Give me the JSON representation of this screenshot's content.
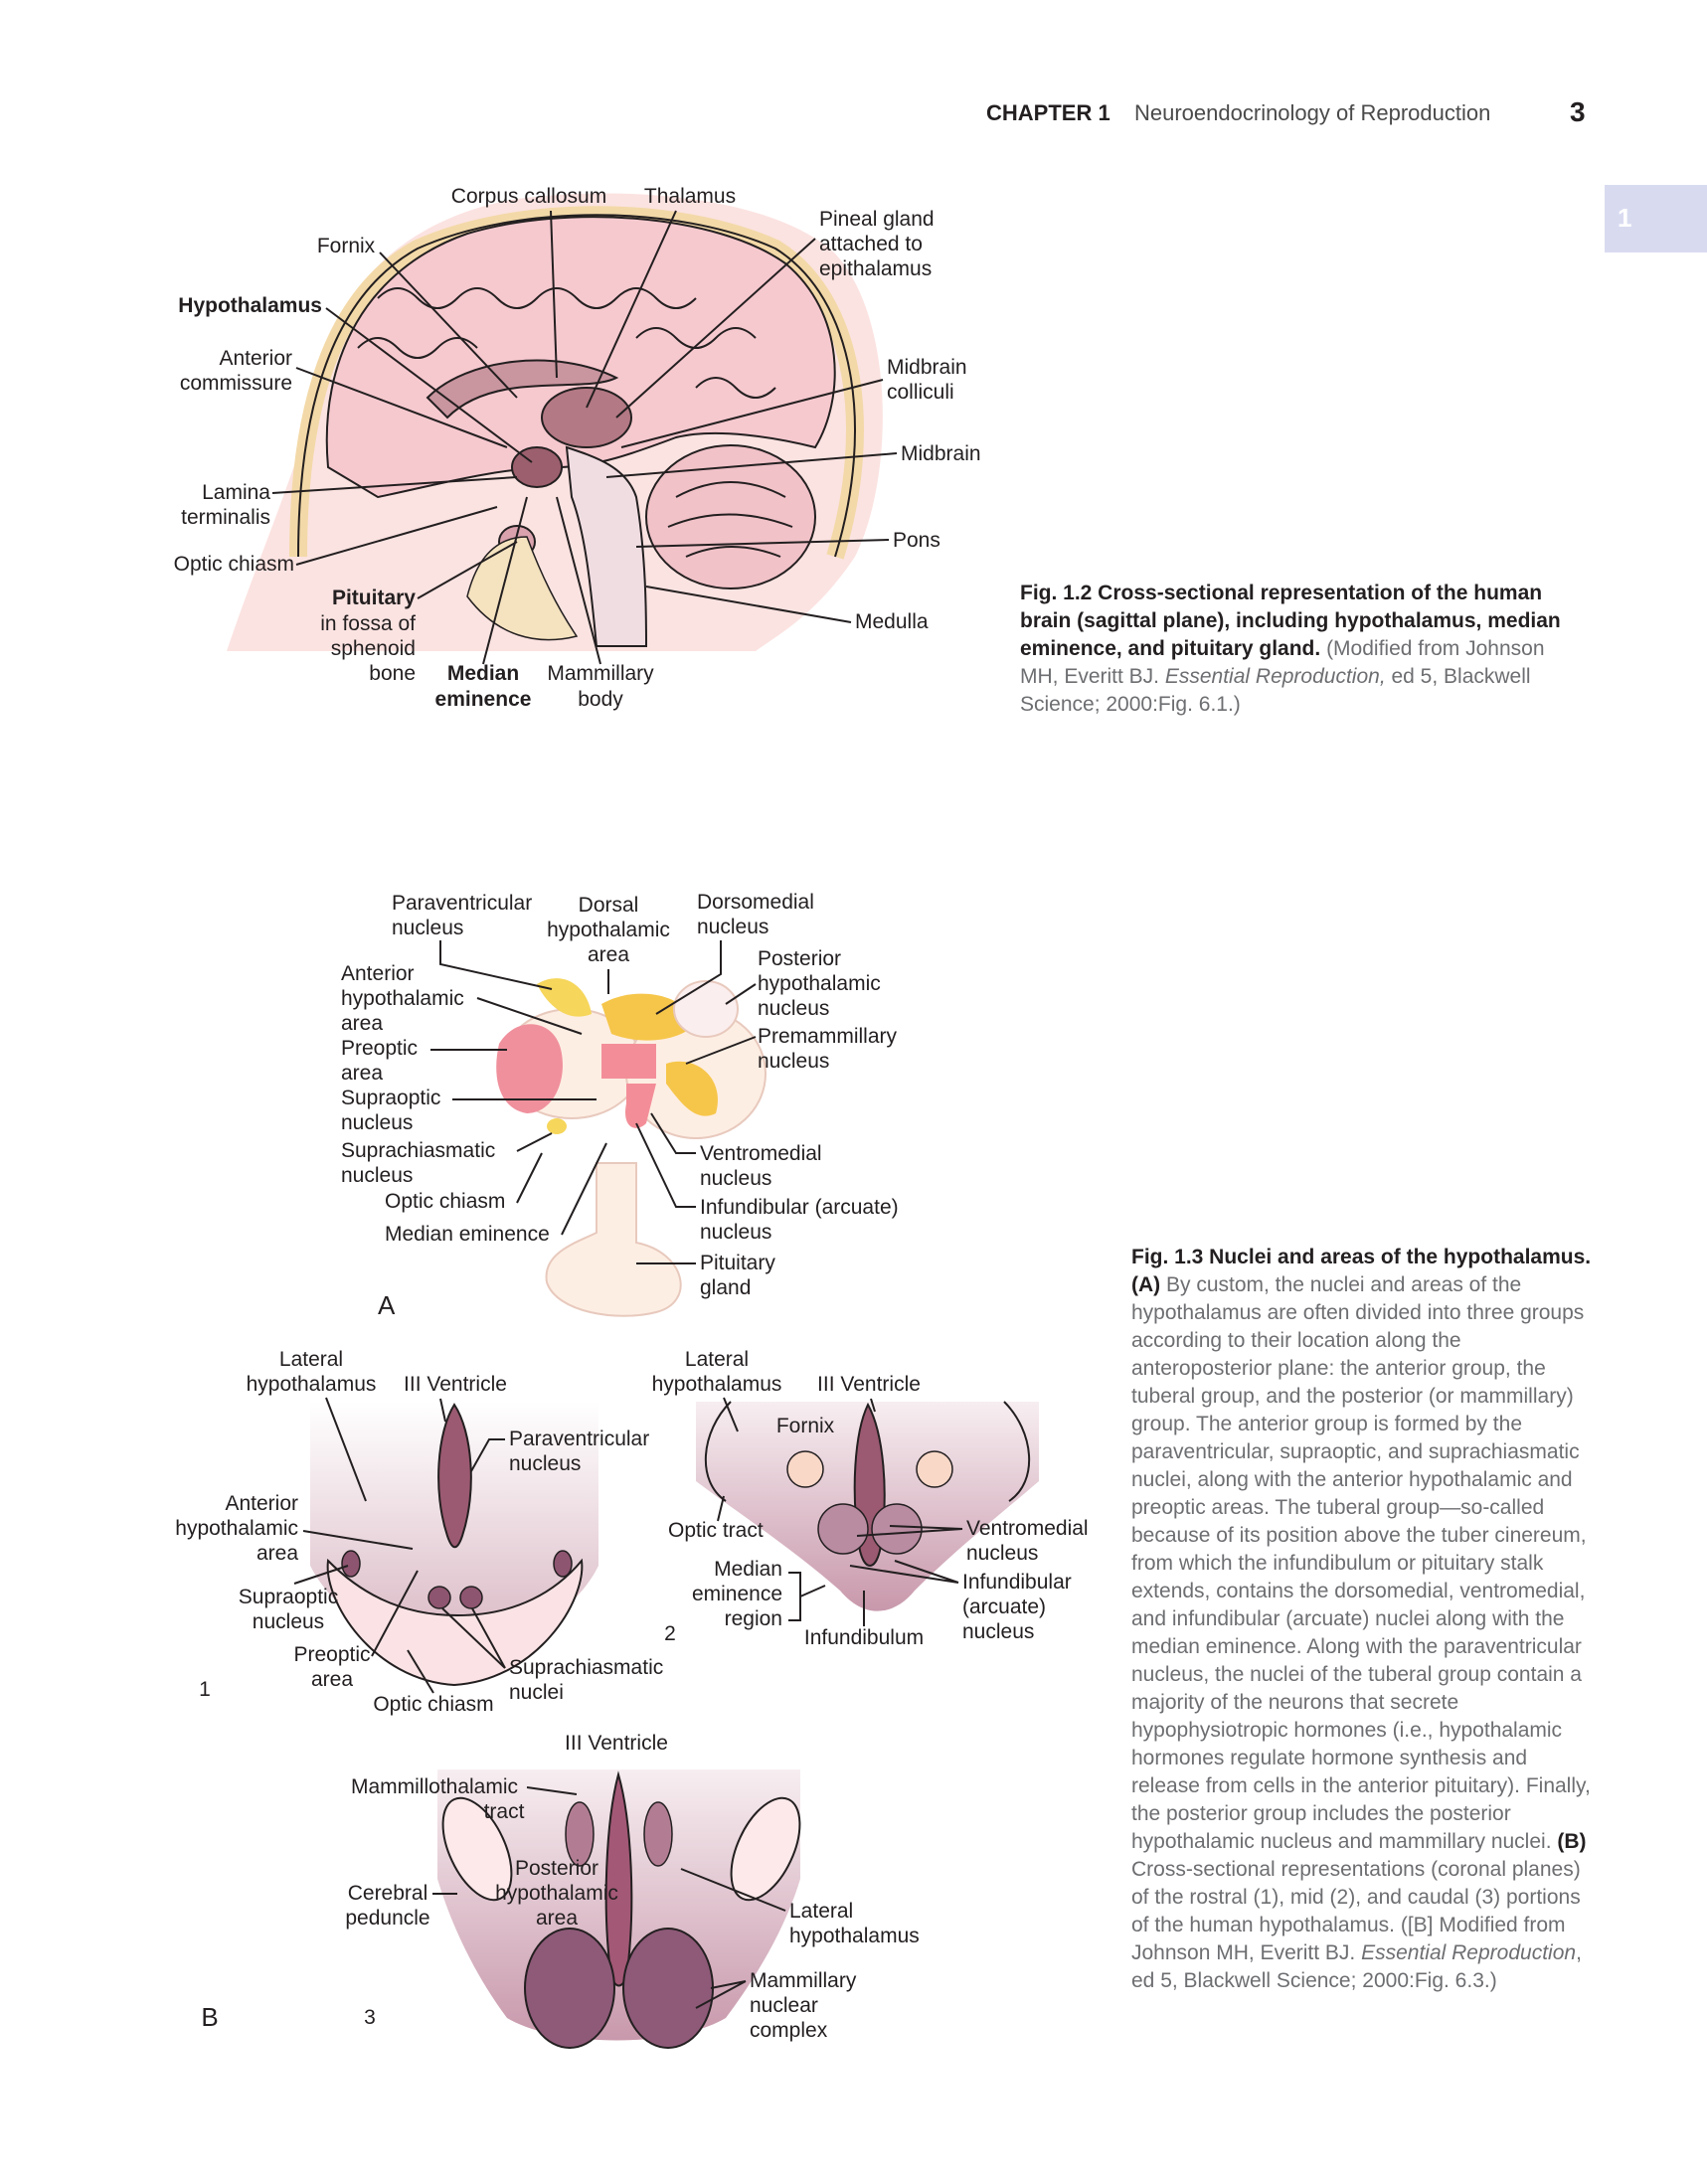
{
  "header": {
    "chapter": "CHAPTER 1",
    "title": "Neuroendocrinology of Reproduction",
    "page_number": "3",
    "tab_label": "1"
  },
  "fig12": {
    "labels": {
      "corpus_callosum": "Corpus callosum",
      "thalamus": "Thalamus",
      "fornix": "Fornix",
      "hypothalamus": "Hypothalamus",
      "anterior": "Anterior",
      "commissure": "commissure",
      "lamina": "Lamina",
      "terminalis": "terminalis",
      "optic_chiasm": "Optic chiasm",
      "pituitary": "Pituitary",
      "in_fossa_of": "in fossa of",
      "sphenoid": "sphenoid",
      "bone": "bone",
      "median": "Median",
      "eminence": "eminence",
      "mammillary": "Mammillary",
      "body": "body",
      "pineal_1": "Pineal gland",
      "pineal_2": "attached to",
      "pineal_3": "epithalamus",
      "midbrain_colliculi_1": "Midbrain",
      "midbrain_colliculi_2": "colliculi",
      "midbrain": "Midbrain",
      "pons": "Pons",
      "medulla": "Medulla"
    },
    "caption_bold": "Fig. 1.2 Cross-sectional representation of the human brain (sagittal plane), including hypothalamus, median eminence, and pituitary gland.",
    "caption_plain": " (Modified from Johnson MH, Everitt BJ. ",
    "caption_italic": "Essential Reproduction,",
    "caption_end": " ed 5, Blackwell Science; 2000:Fig. 6.1.)"
  },
  "fig13a": {
    "labels": {
      "paraventricular_1": "Paraventricular",
      "paraventricular_2": "nucleus",
      "dorsal_1": "Dorsal",
      "dorsal_2": "hypothalamic",
      "dorsal_3": "area",
      "dorsomedial_1": "Dorsomedial",
      "dorsomedial_2": "nucleus",
      "anterior_1": "Anterior",
      "anterior_2": "hypothalamic",
      "anterior_3": "area",
      "posterior_1": "Posterior",
      "posterior_2": "hypothalamic",
      "posterior_3": "nucleus",
      "preoptic_1": "Preoptic",
      "preoptic_2": "area",
      "premammillary_1": "Premammillary",
      "premammillary_2": "nucleus",
      "supraoptic_1": "Supraoptic",
      "supraoptic_2": "nucleus",
      "suprachiasmatic_1": "Suprachiasmatic",
      "suprachiasmatic_2": "nucleus",
      "ventromedial_1": "Ventromedial",
      "ventromedial_2": "nucleus",
      "optic_chiasm": "Optic chiasm",
      "infundibular_1": "Infundibular (arcuate)",
      "infundibular_2": "nucleus",
      "median_eminence": "Median eminence",
      "pituitary_1": "Pituitary",
      "pituitary_2": "gland",
      "panel": "A"
    }
  },
  "fig13b": {
    "panel": "B",
    "p1": {
      "num": "1",
      "lat_1": "Lateral",
      "lat_2": "hypothalamus",
      "ventricle": "III Ventricle",
      "para_1": "Paraventricular",
      "para_2": "nucleus",
      "ant_1": "Anterior",
      "ant_2": "hypothalamic",
      "ant_3": "area",
      "supra_1": "Supraoptic",
      "supra_2": "nucleus",
      "pre_1": "Preoptic",
      "pre_2": "area",
      "chiasm": "Optic chiasm",
      "scn_1": "Suprachiasmatic",
      "scn_2": "nuclei"
    },
    "p2": {
      "num": "2",
      "lat_1": "Lateral",
      "lat_2": "hypothalamus",
      "ventricle": "III Ventricle",
      "fornix": "Fornix",
      "optic_tract": "Optic tract",
      "me_1": "Median",
      "me_2": "eminence",
      "me_3": "region",
      "infundibulum": "Infundibulum",
      "vm_1": "Ventromedial",
      "vm_2": "nucleus",
      "inf_1": "Infundibular",
      "inf_2": "(arcuate)",
      "inf_3": "nucleus"
    },
    "p3": {
      "num": "3",
      "ventricle": "III Ventricle",
      "mt_1": "Mammillothalamic",
      "mt_2": "tract",
      "cp_1": "Cerebral",
      "cp_2": "peduncle",
      "ph_1": "Posterior",
      "ph_2": "hypothalamic",
      "ph_3": "area",
      "lh_1": "Lateral",
      "lh_2": "hypothalamus",
      "mn_1": "Mammillary",
      "mn_2": "nuclear",
      "mn_3": "complex"
    }
  },
  "caption13": {
    "bold": "Fig. 1.3 Nuclei and areas of the hypothalamus.",
    "a_label": "(A)",
    "a_text": " By custom, the nuclei and areas of the hypothalamus are often divided into three groups according to their location along the anteroposterior plane: the anterior group, the tuberal group, and the posterior (or mammillary) group. The anterior group is formed by the paraventricular, supraoptic, and suprachiasmatic nuclei, along with the anterior hypothalamic and preoptic areas. The tuberal group—so-called because of its position above the tuber cinereum, from which the infundibulum or pituitary stalk extends, contains the dorsomedial, ventromedial, and infundibular (arcuate) nuclei along with the median eminence. Along with the paraventricular nucleus, the nuclei of the tuberal group contain a majority of the neurons that secrete hypophysiotropic hormones (i.e., hypothalamic hormones regulate hormone synthesis and release from cells in the anterior pituitary). Finally, the posterior group includes the posterior hypothalamic nucleus and mammillary nuclei. ",
    "b_label": "(B)",
    "b_text": " Cross-sectional representations (coronal planes) of the rostral (1), mid (2), and caudal (3) portions of the human hypothalamus. ([B] Modified from Johnson MH, Everitt BJ. ",
    "b_italic": "Essential Reproduction",
    "b_end": ", ed 5, Blackwell Science; 2000:Fig. 6.3.)"
  }
}
